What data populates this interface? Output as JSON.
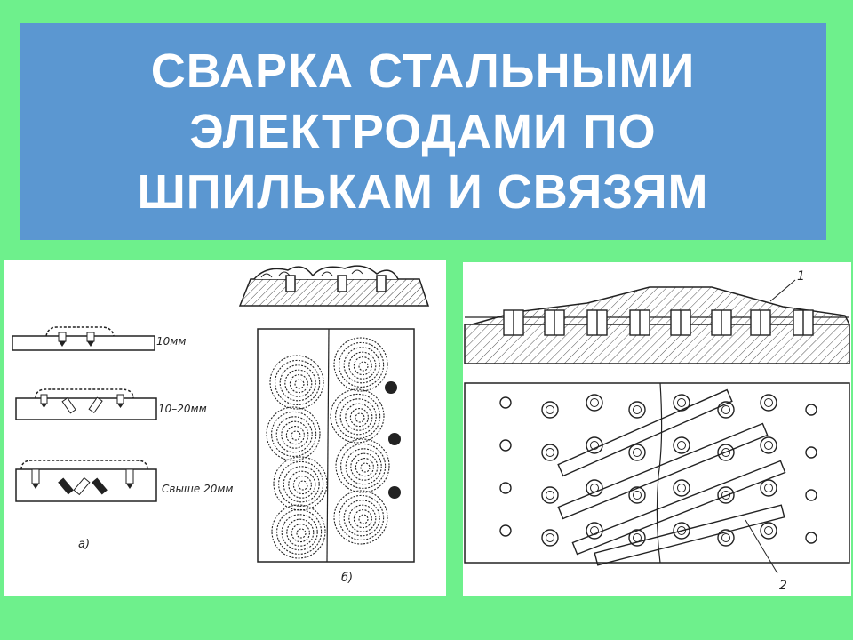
{
  "title": {
    "lines": [
      "СВАРКА СТАЛЬНЫМИ",
      "ЭЛЕКТРОДАМИ ПО",
      "ШПИЛЬКАМ И СВЯЗЯМ"
    ]
  },
  "left_figure": {
    "thickness_labels": [
      "10мм",
      "10–20мм",
      "Свыше 20мм"
    ],
    "caption_a": "а)",
    "caption_b": "б)"
  },
  "right_figure": {
    "callout_1": "1",
    "callout_2": "2"
  },
  "colors": {
    "background": "#6ef08c",
    "title_box": "#5b97d1",
    "title_text": "#ffffff",
    "drawing_panel": "#ffffff",
    "ink": "#222222"
  }
}
